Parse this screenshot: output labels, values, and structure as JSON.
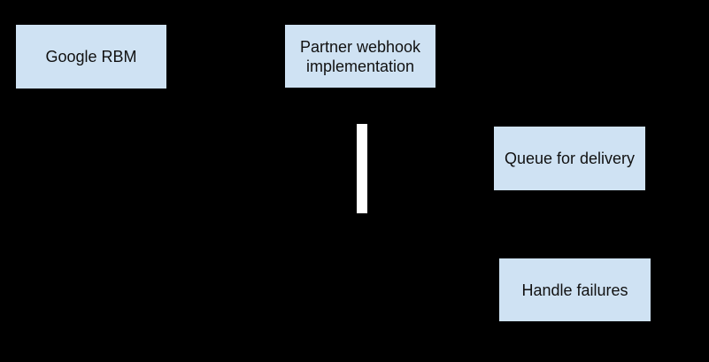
{
  "diagram": {
    "type": "sequence-diagram",
    "background_color": "#000000",
    "node_fill_color": "#cfe2f3",
    "node_text_color": "#111111",
    "activation_bar_color": "#ffffff",
    "nodes": [
      {
        "id": "google-rbm",
        "label": "Google RBM"
      },
      {
        "id": "partner-webhook",
        "label": "Partner webhook implementation"
      },
      {
        "id": "queue-for-delivery",
        "label": "Queue for delivery"
      },
      {
        "id": "handle-failures",
        "label": "Handle failures"
      }
    ]
  }
}
